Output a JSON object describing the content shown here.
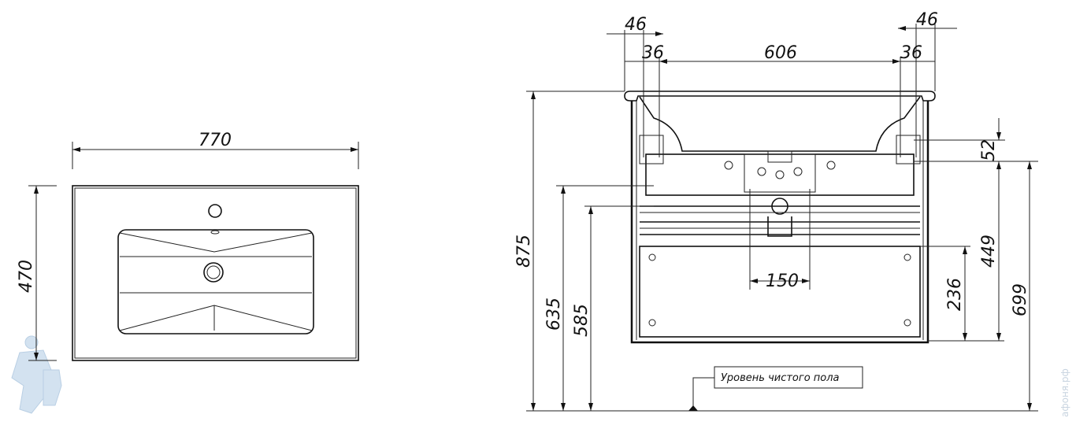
{
  "top_view": {
    "width_dim": "770",
    "depth_dim": "470"
  },
  "front_view": {
    "overhang_left": "46",
    "overhang_right": "46",
    "bracket_left": "36",
    "inner_width": "606",
    "bracket_right": "36",
    "total_height": "875",
    "dim_635": "635",
    "dim_585": "585",
    "dim_699": "699",
    "dim_449": "449",
    "dim_52": "52",
    "dim_236": "236",
    "drain_spacing": "150",
    "floor_label": "Уровень чистого пола"
  },
  "watermark": "афоня.рф"
}
